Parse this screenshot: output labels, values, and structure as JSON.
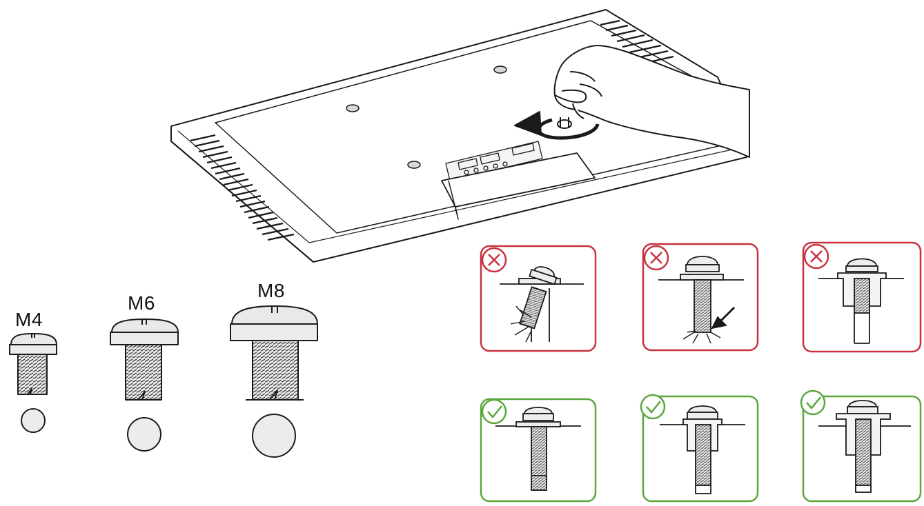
{
  "screw_sizes": [
    {
      "label": "M4"
    },
    {
      "label": "M6"
    },
    {
      "label": "M8"
    }
  ],
  "panels": [
    {
      "status": "incorrect",
      "icon": "x-circle-icon"
    },
    {
      "status": "incorrect",
      "icon": "x-circle-icon"
    },
    {
      "status": "incorrect",
      "icon": "x-circle-icon"
    },
    {
      "status": "correct",
      "icon": "check-circle-icon"
    },
    {
      "status": "correct",
      "icon": "check-circle-icon"
    },
    {
      "status": "correct",
      "icon": "check-circle-icon"
    }
  ],
  "colors": {
    "incorrect": "#c8313f",
    "correct": "#5aa73c",
    "line": "#1a1a1a",
    "screw_fill": "#e7e7e7"
  }
}
